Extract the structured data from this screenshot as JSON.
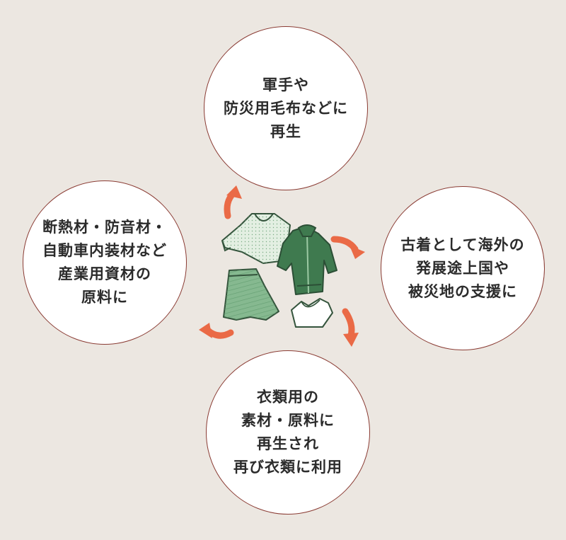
{
  "colors": {
    "background": "#ece7e1",
    "circle_fill": "#ffffff",
    "circle_border": "#8a3b33",
    "text": "#2b2b2b",
    "arrow": "#ea6a46",
    "clothes_light": "#e3efe2",
    "clothes_mid": "#86b990",
    "clothes_dark": "#3f7a4f",
    "clothes_outline": "#34543c"
  },
  "circles": {
    "top": {
      "lines": [
        "軍手や",
        "防災用毛布などに",
        "再生"
      ]
    },
    "right": {
      "lines": [
        "古着として海外の",
        "発展途上国や",
        "被災地の支援に"
      ]
    },
    "bottom": {
      "lines": [
        "衣類用の",
        "素材・原料に",
        "再生され",
        "再び衣類に利用"
      ]
    },
    "left": {
      "lines": [
        "断熱材・防音材・",
        "自動車内装材など",
        "産業用資材の",
        "原料に"
      ]
    }
  },
  "center": {
    "icons": [
      "sweater-icon",
      "jacket-icon",
      "skirt-icon",
      "tank-top-icon"
    ],
    "arrows": [
      "arrow-to-top",
      "arrow-to-right",
      "arrow-to-bottom",
      "arrow-to-left"
    ]
  }
}
